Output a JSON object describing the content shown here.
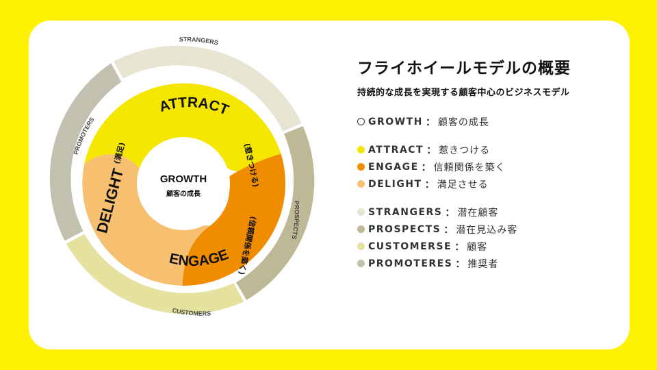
{
  "title": "フライホイールモデルの概要",
  "subtitle": "持続的な成長を実現する顧客中心のビジネスモデル",
  "diagram": {
    "center": {
      "title": "GROWTH",
      "subtitle": "顧客の成長"
    },
    "attract": {
      "label": "ATTRACT",
      "sub": "(惹きつける)"
    },
    "engage": {
      "label": "ENGAGE",
      "sub": "(信頼関係を築く)"
    },
    "delight": {
      "label": "DELIGHT",
      "sub": "(満足)"
    },
    "outer": {
      "strangers": "STRANGERS",
      "prospects": "PROSPECTS",
      "customers": "CUSTOMERS",
      "promoters": "PROMOTERS"
    }
  },
  "legend": {
    "separator": "：",
    "center": {
      "term": "GROWTH",
      "desc": "顧客の成長"
    },
    "stages": [
      {
        "term": "ATTRACT",
        "desc": "惹きつける",
        "color": "#f5e600"
      },
      {
        "term": "ENGAGE",
        "desc": "信頼関係を築く",
        "color": "#f08c00"
      },
      {
        "term": "DELIGHT",
        "desc": "満足させる",
        "color": "#f7c070"
      }
    ],
    "segments": [
      {
        "term": "STRANGERS",
        "desc": "潜在顧客",
        "color": "#e8e4d2"
      },
      {
        "term": "PROSPECTS",
        "desc": "潜在見込み客",
        "color": "#bdb895"
      },
      {
        "term": "CUSTOMERSE",
        "desc": "顧客",
        "color": "#e5e2a0"
      },
      {
        "term": "PROMOTERES",
        "desc": "推奨者",
        "color": "#c2c0ae"
      }
    ]
  },
  "colors": {
    "background": "#fff200",
    "attract": "#f5e600",
    "engage": "#f08c00",
    "delight": "#f7c070",
    "strangers": "#e8e4d2",
    "prospects": "#bdb895",
    "customers": "#e5e2a0",
    "promoters": "#c2c0ae"
  }
}
